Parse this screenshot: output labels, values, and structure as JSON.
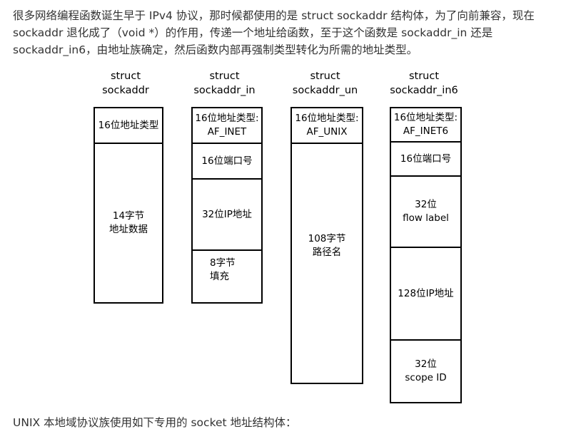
{
  "intro_text": "很多网络编程函数诞生早于 IPv4 协议，那时候都使用的是 struct sockaddr 结构体，为了向前兼容，现在sockaddr 退化成了（void *）的作用，传递一个地址给函数，至于这个函数是 sockaddr_in 还是 sockaddr_in6，由地址族确定，然后函数内部再强制类型转化为所需的地址类型。",
  "diagram": {
    "columns": [
      {
        "title_line1": "struct",
        "title_line2": "sockaddr",
        "cells": [
          "16位地址类型",
          "14字节\n地址数据"
        ]
      },
      {
        "title_line1": "struct",
        "title_line2": "sockaddr_in",
        "cells": [
          "16位地址类型:\nAF_INET",
          "16位端口号",
          "32位IP地址",
          "8字节\n填充"
        ]
      },
      {
        "title_line1": "struct",
        "title_line2": "sockaddr_un",
        "cells": [
          "16位地址类型:\nAF_UNIX",
          "108字节\n路径名"
        ]
      },
      {
        "title_line1": "struct",
        "title_line2": "sockaddr_in6",
        "cells": [
          "16位地址类型:\nAF_INET6",
          "16位端口号",
          "32位\nflow label",
          "128位IP地址",
          "32位\nscope ID"
        ]
      }
    ]
  },
  "outro_text": "UNIX 本地域协议族使用如下专用的 socket 地址结构体："
}
